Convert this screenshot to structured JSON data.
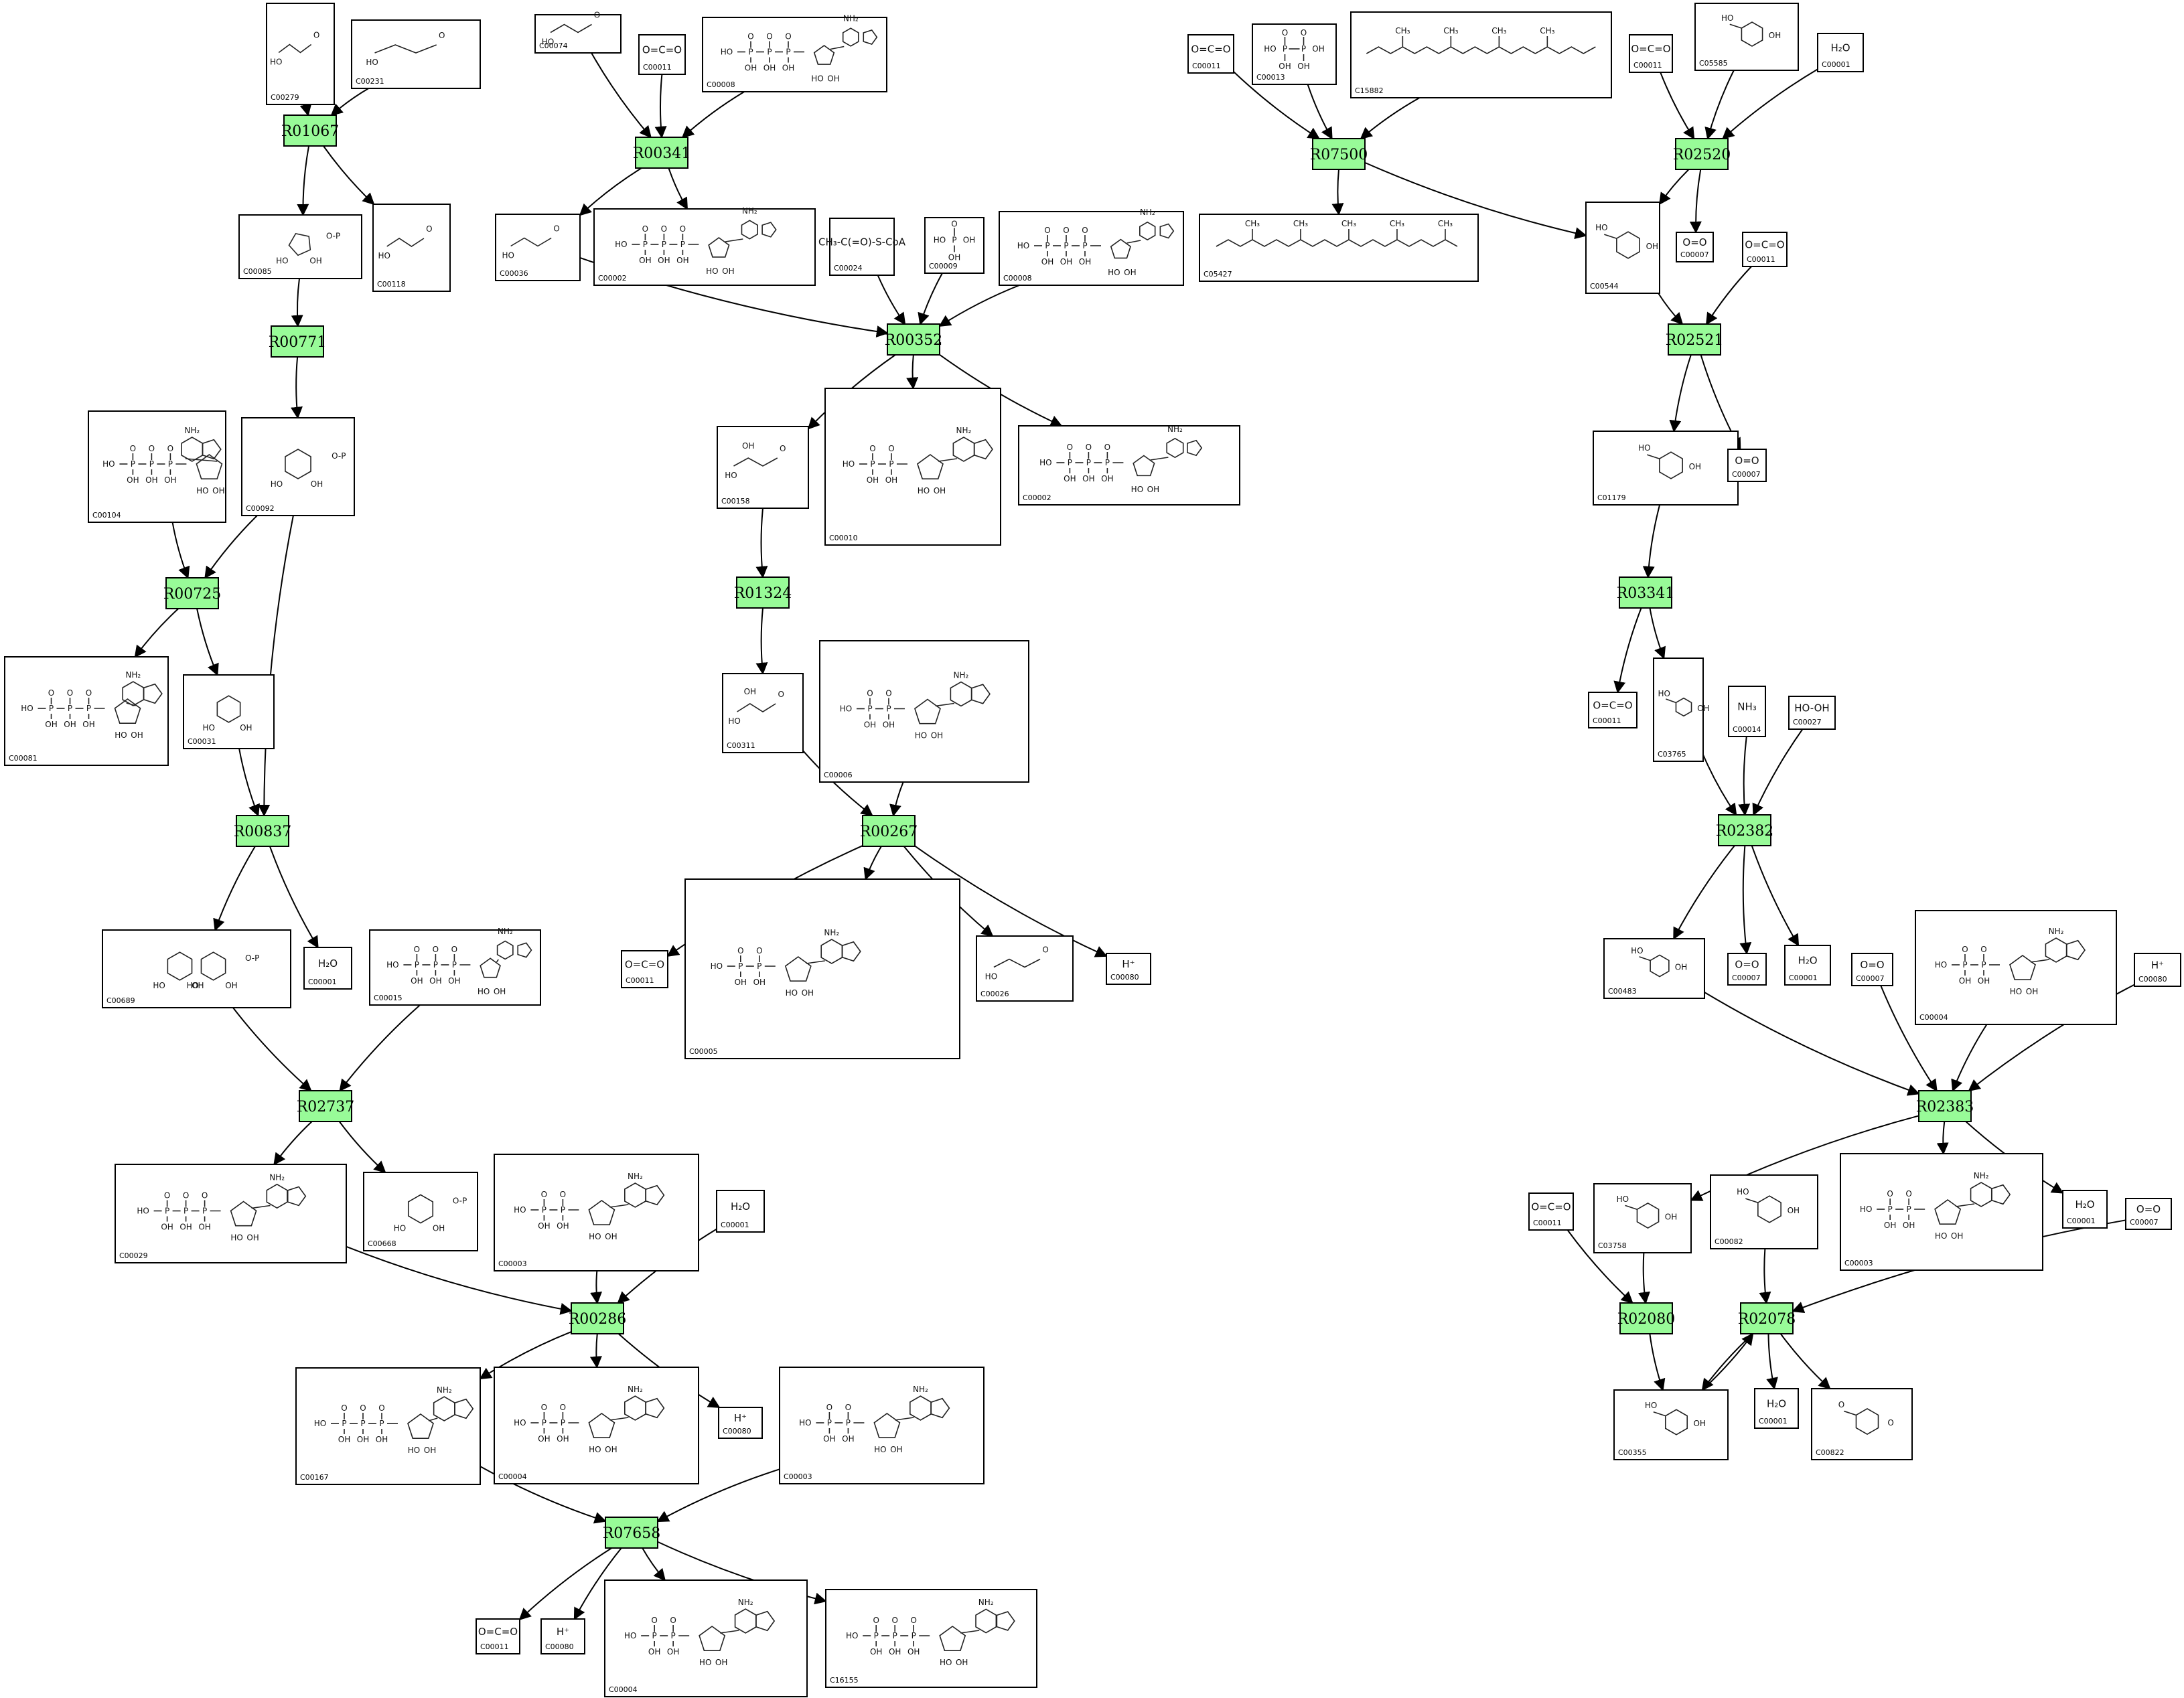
{
  "reactions": [
    {
      "id": "R01067",
      "label": "R01067"
    },
    {
      "id": "R00771",
      "label": "R00771"
    },
    {
      "id": "R00725",
      "label": "R00725"
    },
    {
      "id": "R00837",
      "label": "R00837"
    },
    {
      "id": "R02737",
      "label": "R02737"
    },
    {
      "id": "R00286",
      "label": "R00286"
    },
    {
      "id": "R07658",
      "label": "R07658"
    },
    {
      "id": "R00341",
      "label": "R00341"
    },
    {
      "id": "R00352",
      "label": "R00352"
    },
    {
      "id": "R01324",
      "label": "R01324"
    },
    {
      "id": "R00267",
      "label": "R00267"
    },
    {
      "id": "R07500",
      "label": "R07500"
    },
    {
      "id": "R02520",
      "label": "R02520"
    },
    {
      "id": "R02521",
      "label": "R02521"
    },
    {
      "id": "R03341",
      "label": "R03341"
    },
    {
      "id": "R02382",
      "label": "R02382"
    },
    {
      "id": "R02383",
      "label": "R02383"
    },
    {
      "id": "R02080",
      "label": "R02080"
    },
    {
      "id": "R02078",
      "label": "R02078"
    }
  ],
  "compounds": [
    {
      "key": "c00279",
      "id": "C00279",
      "structure": "sugar-phosphate"
    },
    {
      "key": "c00231",
      "id": "C00231",
      "structure": "sugar-phosphate"
    },
    {
      "key": "c00085",
      "id": "C00085",
      "structure": "furanose-phosphate"
    },
    {
      "key": "c00118",
      "id": "C00118",
      "structure": "glyceraldehyde-phosphate"
    },
    {
      "key": "c00104",
      "id": "C00104",
      "structure": "nucleotide"
    },
    {
      "key": "c00092",
      "id": "C00092",
      "structure": "pyranose-phosphate"
    },
    {
      "key": "c00081",
      "id": "C00081",
      "structure": "nucleotide"
    },
    {
      "key": "c00031",
      "id": "C00031",
      "structure": "pyranose"
    },
    {
      "key": "c00689",
      "id": "C00689",
      "structure": "disaccharide-phosphate"
    },
    {
      "key": "c00001a",
      "id": "C00001",
      "structure": "water",
      "formula": "H₂O"
    },
    {
      "key": "c00015",
      "id": "C00015",
      "structure": "nucleotide"
    },
    {
      "key": "c00029",
      "id": "C00029",
      "structure": "nucleotide-sugar"
    },
    {
      "key": "c00668",
      "id": "C00668",
      "structure": "pyranose-phosphate"
    },
    {
      "key": "c00003a",
      "id": "C00003",
      "structure": "nad"
    },
    {
      "key": "c00001b",
      "id": "C00001",
      "structure": "water",
      "formula": "H₂O"
    },
    {
      "key": "c00167",
      "id": "C00167",
      "structure": "nucleotide-sugar"
    },
    {
      "key": "c00004a",
      "id": "C00004",
      "structure": "nad"
    },
    {
      "key": "c00080a",
      "id": "C00080",
      "structure": "proton",
      "formula": "H⁺"
    },
    {
      "key": "c00003b",
      "id": "C00003",
      "structure": "nad"
    },
    {
      "key": "c00011a",
      "id": "C00011",
      "structure": "co2",
      "formula": "O=C=O"
    },
    {
      "key": "c00080b",
      "id": "C00080",
      "structure": "proton",
      "formula": "H⁺"
    },
    {
      "key": "c00004b",
      "id": "C00004",
      "structure": "nad"
    },
    {
      "key": "c16155",
      "id": "C16155",
      "structure": "nucleotide-sugar"
    },
    {
      "key": "c00074",
      "id": "C00074",
      "structure": "phosphoenolpyruvate"
    },
    {
      "key": "c00011b",
      "id": "C00011",
      "structure": "co2",
      "formula": "O=C=O"
    },
    {
      "key": "c00008",
      "id": "C00008",
      "structure": "nucleotide"
    },
    {
      "key": "c00036",
      "id": "C00036",
      "structure": "diacid"
    },
    {
      "key": "c00002a",
      "id": "C00002",
      "structure": "nucleotide"
    },
    {
      "key": "c00024",
      "id": "C00024",
      "structure": "acetyl-coa",
      "formula": "CH₃-C(=O)-S-CoA"
    },
    {
      "key": "c00009",
      "id": "C00009",
      "structure": "phosphate"
    },
    {
      "key": "c00008b",
      "id": "C00008",
      "structure": "nucleotide"
    },
    {
      "key": "c00158",
      "id": "C00158",
      "structure": "triacid"
    },
    {
      "key": "c00010",
      "id": "C00010",
      "structure": "coenzyme-a"
    },
    {
      "key": "c00002b",
      "id": "C00002",
      "structure": "nucleotide"
    },
    {
      "key": "c00311",
      "id": "C00311",
      "structure": "triacid"
    },
    {
      "key": "c00006",
      "id": "C00006",
      "structure": "nad"
    },
    {
      "key": "c00011c",
      "id": "C00011",
      "structure": "co2",
      "formula": "O=C=O"
    },
    {
      "key": "c00005",
      "id": "C00005",
      "structure": "nad"
    },
    {
      "key": "c00026",
      "id": "C00026",
      "structure": "diacid"
    },
    {
      "key": "c00080c",
      "id": "C00080",
      "structure": "proton",
      "formula": "H⁺"
    },
    {
      "key": "c00011d",
      "id": "C00011",
      "structure": "co2",
      "formula": "O=C=O"
    },
    {
      "key": "c00013",
      "id": "C00013",
      "structure": "diphosphate"
    },
    {
      "key": "c15882",
      "id": "C15882",
      "structure": "prenyl-chain"
    },
    {
      "key": "c05427",
      "id": "C05427",
      "structure": "prenyl-chain"
    },
    {
      "key": "c00011e",
      "id": "C00011",
      "structure": "co2",
      "formula": "O=C=O"
    },
    {
      "key": "c05585",
      "id": "C05585",
      "structure": "aromatic"
    },
    {
      "key": "c00001c",
      "id": "C00001",
      "structure": "water",
      "formula": "H₂O"
    },
    {
      "key": "c00544",
      "id": "C00544",
      "structure": "aromatic"
    },
    {
      "key": "c00007a",
      "id": "C00007",
      "structure": "oxygen",
      "formula": "O=O"
    },
    {
      "key": "c00011f",
      "id": "C00011",
      "structure": "co2",
      "formula": "O=C=O"
    },
    {
      "key": "c01179",
      "id": "C01179",
      "structure": "aromatic"
    },
    {
      "key": "c00007b",
      "id": "C00007",
      "structure": "oxygen",
      "formula": "O=O"
    },
    {
      "key": "c00011g",
      "id": "C00011",
      "structure": "co2",
      "formula": "O=C=O"
    },
    {
      "key": "c03765",
      "id": "C03765",
      "structure": "aromatic"
    },
    {
      "key": "c00014",
      "id": "C00014",
      "structure": "ammonia",
      "formula": "NH₃"
    },
    {
      "key": "c00027",
      "id": "C00027",
      "structure": "peroxide",
      "formula": "HO-OH"
    },
    {
      "key": "c00483",
      "id": "C00483",
      "structure": "aromatic"
    },
    {
      "key": "c00007c",
      "id": "C00007",
      "structure": "oxygen",
      "formula": "O=O"
    },
    {
      "key": "c00001d",
      "id": "C00001",
      "structure": "water",
      "formula": "H₂O"
    },
    {
      "key": "c00004c",
      "id": "C00004",
      "structure": "nad"
    },
    {
      "key": "c00007d",
      "id": "C00007",
      "structure": "oxygen",
      "formula": "O=O"
    },
    {
      "key": "c00080d",
      "id": "C00080",
      "structure": "proton",
      "formula": "H⁺"
    },
    {
      "key": "c00011h",
      "id": "C00011",
      "structure": "co2",
      "formula": "O=C=O"
    },
    {
      "key": "c03758",
      "id": "C03758",
      "structure": "aromatic"
    },
    {
      "key": "c00082",
      "id": "C00082",
      "structure": "aromatic"
    },
    {
      "key": "c00003c",
      "id": "C00003",
      "structure": "nad"
    },
    {
      "key": "c00001e",
      "id": "C00001",
      "structure": "water",
      "formula": "H₂O"
    },
    {
      "key": "c00007e",
      "id": "C00007",
      "structure": "oxygen",
      "formula": "O=O"
    },
    {
      "key": "c00355",
      "id": "C00355",
      "structure": "aromatic"
    },
    {
      "key": "c00001f",
      "id": "C00001",
      "structure": "water",
      "formula": "H₂O"
    },
    {
      "key": "c00822",
      "id": "C00822",
      "structure": "quinone"
    }
  ],
  "edges": [
    [
      "c00279",
      "R01067"
    ],
    [
      "c00231",
      "R01067"
    ],
    [
      "R01067",
      "c00085"
    ],
    [
      "R01067",
      "c00118"
    ],
    [
      "c00085",
      "R00771"
    ],
    [
      "R00771",
      "c00092"
    ],
    [
      "c00104",
      "R00725"
    ],
    [
      "c00092",
      "R00725"
    ],
    [
      "R00725",
      "c00081"
    ],
    [
      "R00725",
      "c00031"
    ],
    [
      "c00031",
      "R00837"
    ],
    [
      "c00092",
      "R00837"
    ],
    [
      "R00837",
      "c00689"
    ],
    [
      "R00837",
      "c00001a"
    ],
    [
      "c00689",
      "R02737"
    ],
    [
      "c00015",
      "R02737"
    ],
    [
      "R02737",
      "c00029"
    ],
    [
      "R02737",
      "c00668"
    ],
    [
      "c00029",
      "R00286"
    ],
    [
      "c00003a",
      "R00286"
    ],
    [
      "c00001b",
      "R00286"
    ],
    [
      "R00286",
      "c00167"
    ],
    [
      "R00286",
      "c00004a"
    ],
    [
      "R00286",
      "c00080a"
    ],
    [
      "c00167",
      "R07658"
    ],
    [
      "c00003b",
      "R07658"
    ],
    [
      "R07658",
      "c00011a"
    ],
    [
      "R07658",
      "c00080b"
    ],
    [
      "R07658",
      "c00004b"
    ],
    [
      "R07658",
      "c16155"
    ],
    [
      "c00074",
      "R00341"
    ],
    [
      "c00011b",
      "R00341"
    ],
    [
      "c00008",
      "R00341"
    ],
    [
      "R00341",
      "c00036"
    ],
    [
      "R00341",
      "c00002a"
    ],
    [
      "c00036",
      "R00352"
    ],
    [
      "c00024",
      "R00352"
    ],
    [
      "c00009",
      "R00352"
    ],
    [
      "c00008b",
      "R00352"
    ],
    [
      "R00352",
      "c00158"
    ],
    [
      "R00352",
      "c00010"
    ],
    [
      "R00352",
      "c00002b"
    ],
    [
      "c00158",
      "R01324"
    ],
    [
      "R01324",
      "c00311"
    ],
    [
      "c00311",
      "R00267"
    ],
    [
      "c00006",
      "R00267"
    ],
    [
      "R00267",
      "c00011c"
    ],
    [
      "R00267",
      "c00005"
    ],
    [
      "R00267",
      "c00026"
    ],
    [
      "R00267",
      "c00080c"
    ],
    [
      "c00011d",
      "R07500"
    ],
    [
      "c00013",
      "R07500"
    ],
    [
      "c15882",
      "R07500"
    ],
    [
      "R07500",
      "c05427"
    ],
    [
      "R07500",
      "c00544"
    ],
    [
      "c00011e",
      "R02520"
    ],
    [
      "c05585",
      "R02520"
    ],
    [
      "c00001c",
      "R02520"
    ],
    [
      "R02520",
      "c00544"
    ],
    [
      "R02520",
      "c00007a"
    ],
    [
      "c00544",
      "R02521"
    ],
    [
      "c00011f",
      "R02521"
    ],
    [
      "R02521",
      "c01179"
    ],
    [
      "R02521",
      "c00007b"
    ],
    [
      "c01179",
      "R03341"
    ],
    [
      "R03341",
      "c00011g"
    ],
    [
      "R03341",
      "c03765"
    ],
    [
      "c03765",
      "R02382"
    ],
    [
      "c00014",
      "R02382"
    ],
    [
      "c00027",
      "R02382"
    ],
    [
      "R02382",
      "c00483"
    ],
    [
      "R02382",
      "c00007c"
    ],
    [
      "R02382",
      "c00001d"
    ],
    [
      "c00483",
      "R02383"
    ],
    [
      "c00004c",
      "R02383"
    ],
    [
      "c00007d",
      "R02383"
    ],
    [
      "c00080d",
      "R02383"
    ],
    [
      "R02383",
      "c03758"
    ],
    [
      "R02383",
      "c00003c"
    ],
    [
      "R02383",
      "c00001e"
    ],
    [
      "c00011h",
      "R02080"
    ],
    [
      "c03758",
      "R02080"
    ],
    [
      "R02080",
      "c00355"
    ],
    [
      "c00082",
      "R02078"
    ],
    [
      "c00007e",
      "R02078"
    ],
    [
      "c00355",
      "R02078"
    ],
    [
      "R02078",
      "c00355"
    ],
    [
      "R02078",
      "c00001f"
    ],
    [
      "R02078",
      "c00822"
    ]
  ]
}
